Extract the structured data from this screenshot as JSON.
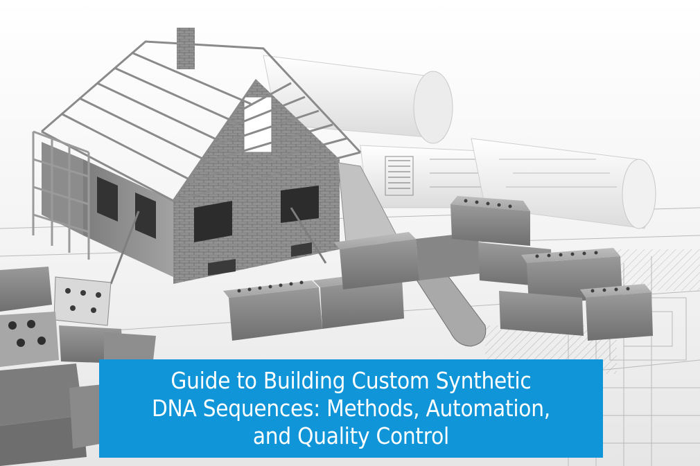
{
  "banner": {
    "title_line_1": "Guide to Building Custom Synthetic",
    "title_line_2": "DNA Sequences: Methods, Automation,",
    "title_line_3": "and Quality Control",
    "background_color": "#1095d9",
    "text_color": "#ffffff"
  },
  "image": {
    "subject": "house-construction-photo",
    "style": "black-and-white"
  }
}
